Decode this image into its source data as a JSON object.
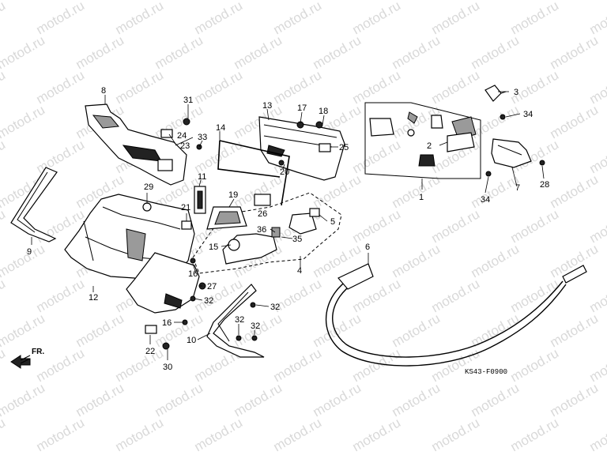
{
  "watermark": "motod.ru",
  "diagram_code": "KS43-F0900",
  "direction_label": "FR.",
  "callouts": [
    "1",
    "2",
    "3",
    "4",
    "5",
    "6",
    "7",
    "8",
    "9",
    "10",
    "11",
    "12",
    "13",
    "14",
    "15",
    "16",
    "16",
    "17",
    "18",
    "19",
    "20",
    "21",
    "22",
    "23",
    "24",
    "25",
    "26",
    "27",
    "28",
    "29",
    "30",
    "31",
    "32",
    "32",
    "32",
    "32",
    "33",
    "34",
    "34",
    "35",
    "36"
  ]
}
